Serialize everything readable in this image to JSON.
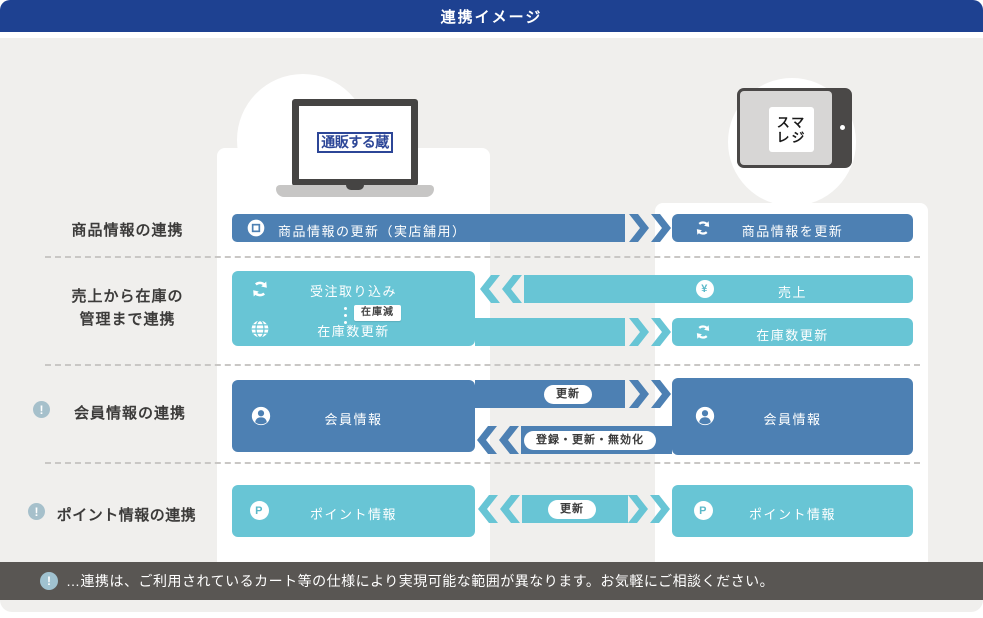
{
  "header": {
    "title": "連携イメージ"
  },
  "devices": {
    "laptop": {
      "logo": "通販する蔵"
    },
    "tablet": {
      "logo_line1": "スマ",
      "logo_line2": "レジ"
    }
  },
  "rows": {
    "product": {
      "label": "商品情報の連携",
      "left_flow": "商品情報の更新（実店舗用）",
      "right_box": "商品情報を更新"
    },
    "sales_stock": {
      "label_line1": "売上から在庫の",
      "label_line2": "管理まで連携",
      "order_import": "受注取り込み",
      "stock_decrease": "在庫減",
      "stock_update_left": "在庫数更新",
      "sales_flow": "売上",
      "stock_update_right": "在庫数更新"
    },
    "member": {
      "label": "会員情報の連携",
      "left_box": "会員情報",
      "update_badge": "更新",
      "register_badge": "登録・更新・無効化",
      "right_box": "会員情報"
    },
    "point": {
      "label": "ポイント情報の連携",
      "left_box": "ポイント情報",
      "update_badge": "更新",
      "right_box": "ポイント情報"
    }
  },
  "icons": {
    "yen_glyph": "¥",
    "point_glyph": "P",
    "caution_glyph": "!"
  },
  "footer": {
    "note": "…連携は、ご利用されているカート等の仕様により実現可能な範囲が異なります。お気軽にご相談ください。"
  },
  "colors": {
    "header_navy": "#1e4191",
    "flow_blue": "#4d80b3",
    "flow_teal": "#68c5d5",
    "background_gray": "#f0efed",
    "footer_gray": "#595653",
    "caution_circle": "#a6c0cb",
    "logo_navy": "#2c4697"
  }
}
